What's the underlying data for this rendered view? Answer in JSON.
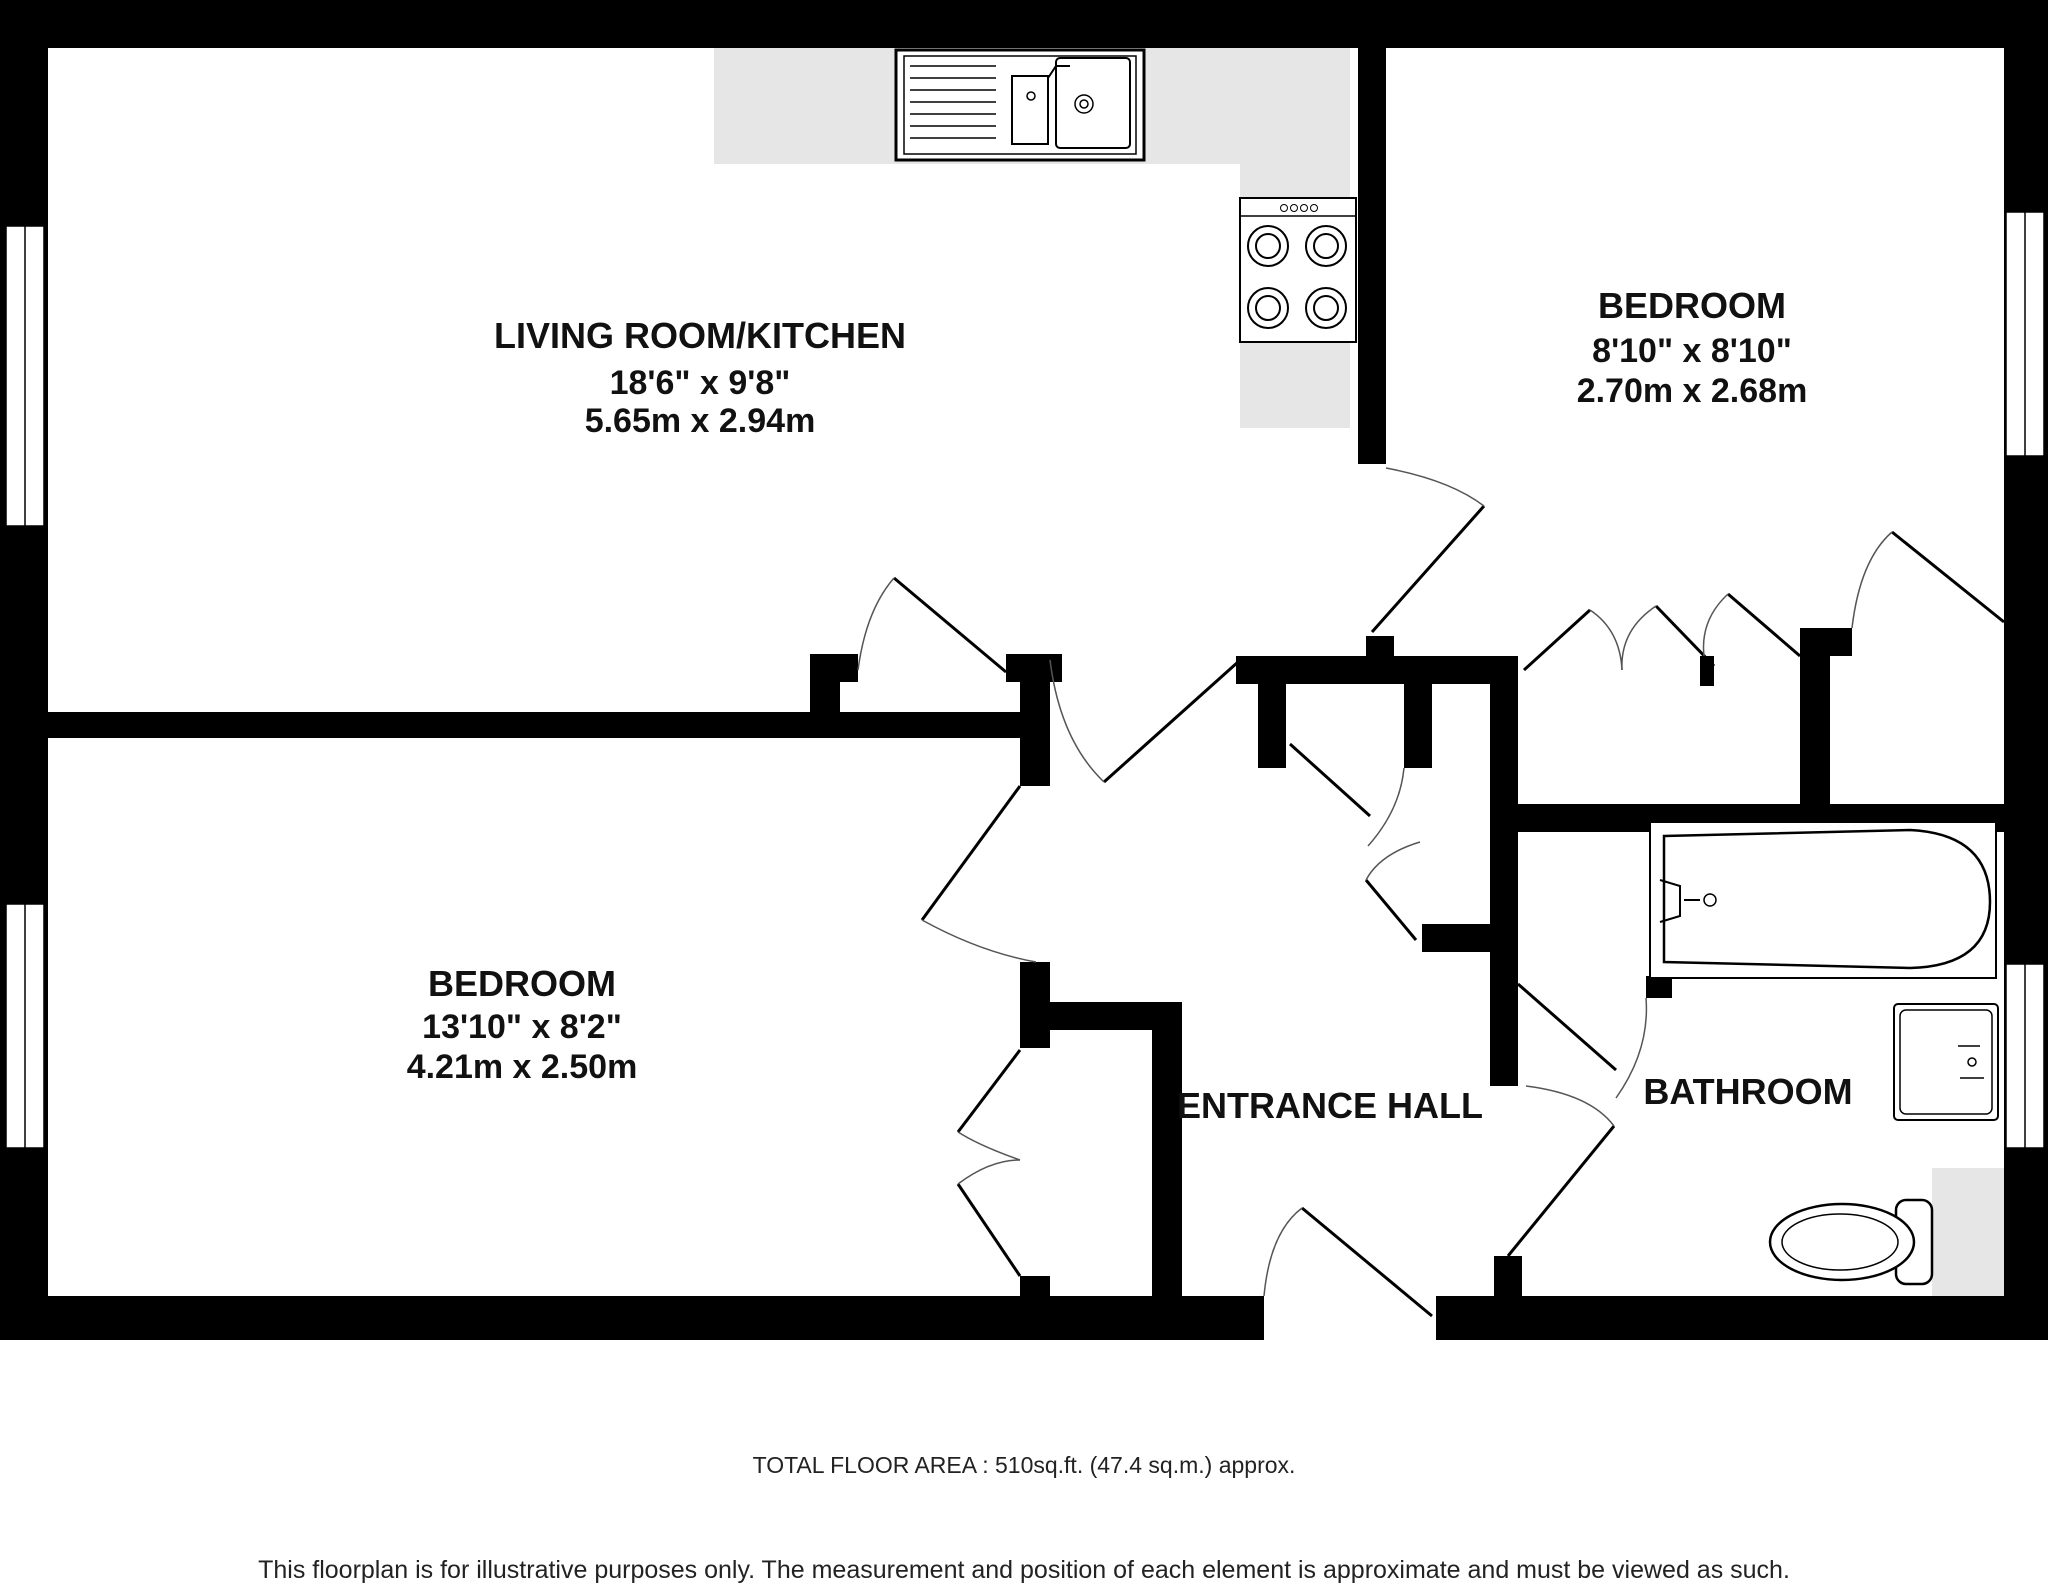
{
  "rooms": {
    "living": {
      "name": "LIVING ROOM/KITCHEN",
      "imperial": "18'6\"  x 9'8\"",
      "metric": "5.65m  x 2.94m"
    },
    "bedroom1": {
      "name": "BEDROOM",
      "imperial": "8'10\"  x 8'10\"",
      "metric": "2.70m  x 2.68m"
    },
    "bedroom2": {
      "name": "BEDROOM",
      "imperial": "13'10\"  x 8'2\"",
      "metric": "4.21m  x 2.50m"
    },
    "hall": {
      "name": "ENTRANCE HALL"
    },
    "bathroom": {
      "name": "BATHROOM"
    }
  },
  "footer": {
    "total_area": "TOTAL FLOOR AREA : 510sq.ft. (47.4 sq.m.) approx.",
    "disclaimer": "This floorplan is for illustrative purposes only. The measurement and position of each element is approximate and must be viewed as such."
  },
  "colors": {
    "wall": "#000000",
    "fixture_fill": "#e6e6e6",
    "background": "#ffffff"
  }
}
